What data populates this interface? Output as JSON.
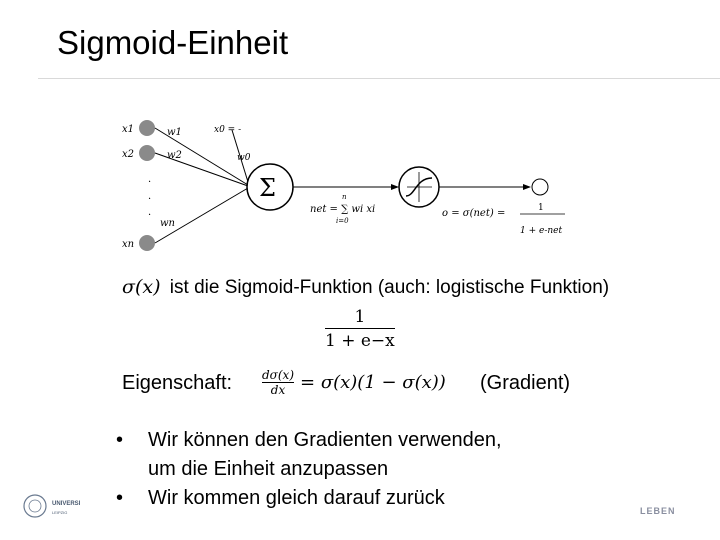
{
  "slide": {
    "title": "Sigmoid-Einheit"
  },
  "diagram": {
    "inputs": [
      "x1",
      "x2",
      "xn"
    ],
    "x0_label": "x0 = -",
    "weights": [
      "w1",
      "w2",
      "wn"
    ],
    "w0_label": "w0",
    "sum_symbol": "Σ",
    "net_label": "net = ∑ wi xi",
    "net_sub": "i=0",
    "net_top": "n",
    "output_label": "o = σ(net) =",
    "out_num": "1",
    "out_den": "1 + e-net"
  },
  "sigmoid": {
    "symbol": "σ(x)",
    "text": "ist die Sigmoid-Funktion (auch: logistische Funktion)",
    "frac_num": "1",
    "frac_den": "1 + e−x"
  },
  "property": {
    "label": "Eigenschaft:",
    "deriv_num": "dσ(x)",
    "deriv_den": "dx",
    "formula_rest": "= σ(x)(1 − σ(x))",
    "note": "(Gradient)"
  },
  "bullets": [
    {
      "line1": "Wir können den Gradienten verwenden,",
      "line2": "um die Einheit anzupassen"
    },
    {
      "line1": "Wir kommen gleich darauf zurück"
    }
  ],
  "footer": {
    "logo_text": "UNIVERSI",
    "logo_sub": "LEIPZIG",
    "leben": "LEBEN"
  }
}
